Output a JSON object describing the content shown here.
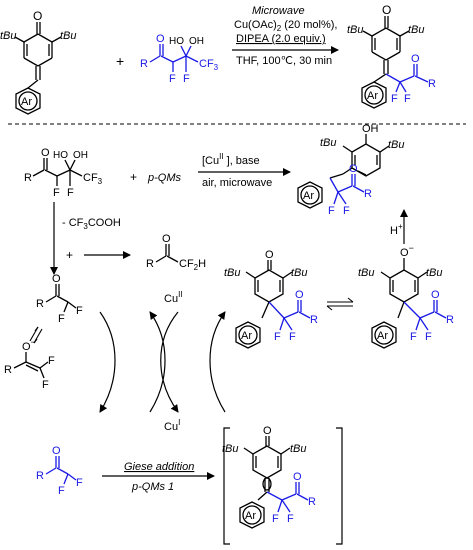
{
  "colors": {
    "ink": "#000000",
    "accent_blue": "#1a1ae6",
    "background": "#ffffff"
  },
  "atoms": {
    "O": "O",
    "OH": "OH",
    "HO": "HO",
    "F": "F",
    "R": "R",
    "CF3": "CF",
    "CF3_sub": "3",
    "CF2H": "CF",
    "CF2H_sub": "2",
    "CF2H_h": "H",
    "tBu": "tBu",
    "Ar": "Ar",
    "H_plus": "H",
    "plus_sup": "+",
    "minus_sup": "−"
  },
  "top_scheme": {
    "plus": "+",
    "cond_microwave": "Microwave",
    "cond_catalyst": "Cu(OAc)",
    "cond_catalyst_sub": "2",
    "cond_catalyst_tail": " (20 mol%),",
    "cond_base": "DIPEA (2.0 equiv.)",
    "cond_solvent": "THF, 100℃, 30 min"
  },
  "mechanism": {
    "plus_pqm": "+",
    "pqm_label": "p-QMs",
    "cond_cu": "[Cu",
    "cond_cu_sup": "II",
    "cond_cu_tail": " ], base",
    "cond_air": "air, microwave",
    "loss_label": "- CF",
    "loss_sub": "3",
    "loss_tail": "COOH",
    "plus_small": "+",
    "cu_ii": "Cu",
    "cu_ii_sup": "II",
    "cu_i": "Cu",
    "cu_i_sup": "I",
    "giese": "Giese addition",
    "giese_reagent": "p-QMs 1"
  }
}
